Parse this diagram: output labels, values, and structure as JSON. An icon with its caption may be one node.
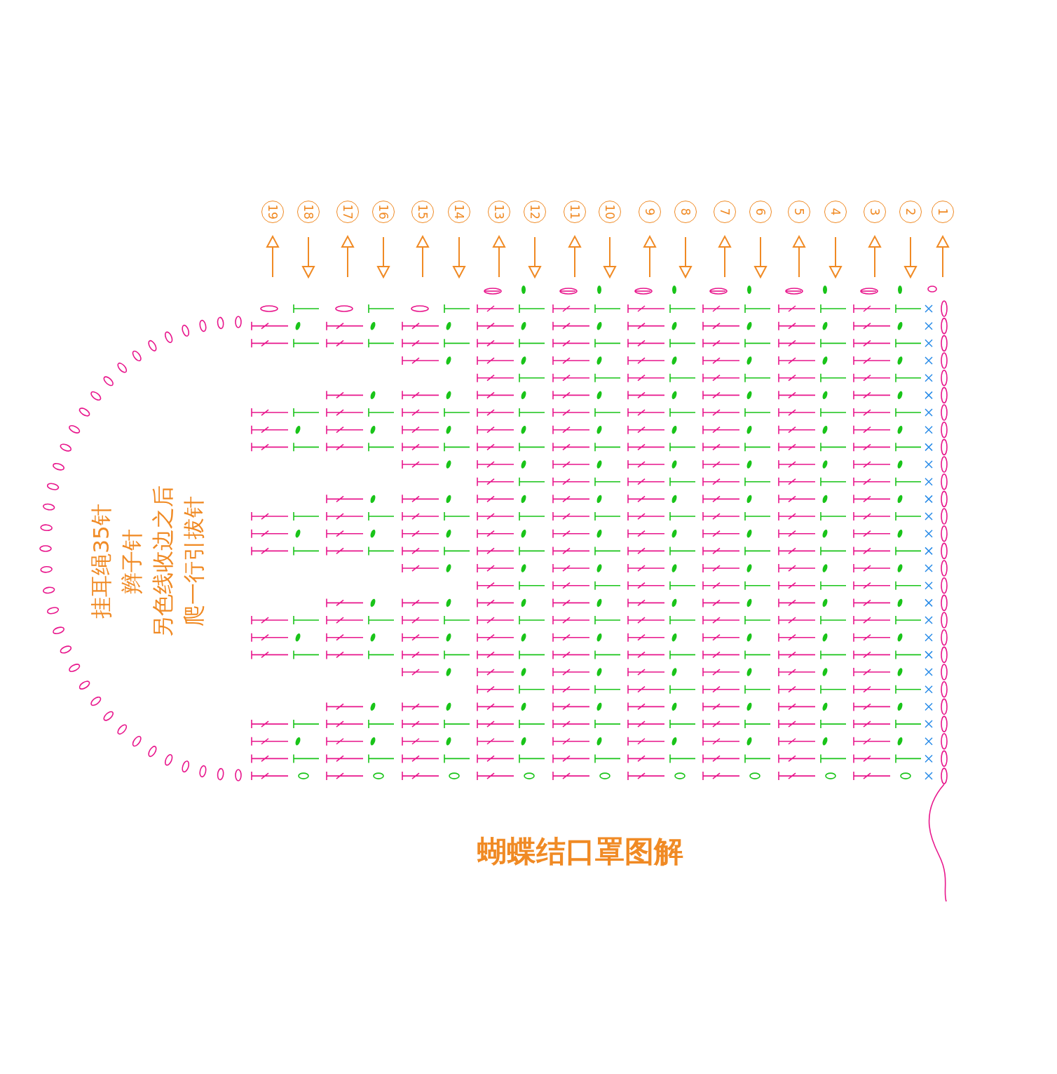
{
  "diagram": {
    "title": "蝴蝶结口罩图解",
    "labels": [
      "19",
      "18",
      "17",
      "16",
      "15",
      "14",
      "13",
      "12",
      "11",
      "10",
      "9",
      "8",
      "7",
      "6",
      "5",
      "4",
      "3",
      "2",
      "1",
      "挂耳绳35针",
      "辫子针",
      "另色线收边之后",
      "爬一行引拔针"
    ]
  }
}
